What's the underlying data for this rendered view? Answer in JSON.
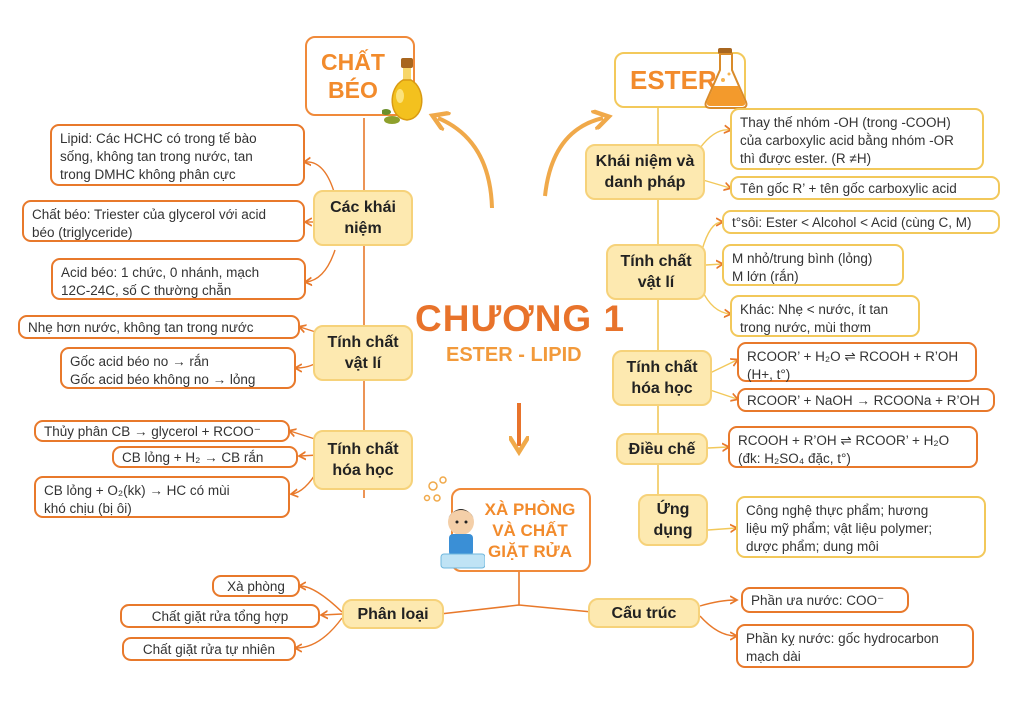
{
  "center": {
    "title": "CHƯƠNG 1",
    "subtitle": "ESTER - LIPID"
  },
  "left": {
    "title": "CHẤT\nBÉO",
    "branches": [
      {
        "label": "Các khái\nniệm",
        "items": [
          "Lipid: Các HCHC có trong tế bào\nsống, không tan trong nước, tan\ntrong DMHC không phân cực",
          "Chất béo: Triester của glycerol với acid\nbéo (triglyceride)",
          "Acid béo: 1 chức, 0 nhánh, mạch\n12C-24C, số C thường chẵn"
        ]
      },
      {
        "label": "Tính chất\nvật lí",
        "items": [
          "Nhẹ hơn nước, không tan trong nước",
          "Gốc acid béo no → rắn\nGốc acid béo không no → lỏng"
        ]
      },
      {
        "label": "Tính chất\nhóa học",
        "items": [
          "Thủy phân CB → glycerol + RCOO⁻",
          "CB lỏng + H₂ → CB rắn",
          "CB lỏng + O₂(kk) → HC có mùi\n                 khó chịu (bị ôi)"
        ]
      }
    ]
  },
  "right": {
    "title": "ESTER",
    "branches": [
      {
        "label": "Khái niệm và\ndanh pháp",
        "items": [
          "Thay thế nhóm -OH (trong -COOH)\ncủa carboxylic acid bằng nhóm -OR\nthì được ester. (R ≠H)",
          "Tên gốc R’ + tên gốc carboxylic acid"
        ]
      },
      {
        "label": "Tính chất\nvật lí",
        "items": [
          "t°sôi: Ester < Alcohol < Acid (cùng C, M)",
          "M nhỏ/trung bình (lỏng)\nM lớn (rắn)",
          "Khác: Nhẹ < nước, ít tan\ntrong nước, mùi thơm"
        ]
      },
      {
        "label": "Tính chất\nhóa học",
        "items": [
          "RCOOR’ + H₂O ⇌ RCOOH + R’OH\n(H+, t°)",
          "RCOOR’ + NaOH → RCOONa + R’OH"
        ]
      },
      {
        "label": "Điều chế",
        "items": [
          "RCOOH + R’OH ⇌  RCOOR’ + H₂O\n(đk: H₂SO₄ đặc, t°)"
        ]
      },
      {
        "label": "Ứng\ndụng",
        "items": [
          "Công nghệ thực phẩm; hương\nliệu mỹ phẩm; vật liệu polymer;\ndược phẩm; dung môi"
        ]
      }
    ]
  },
  "bottom": {
    "title": "XÀ PHÒNG\nVÀ CHẤT\nGIẶT RỬA",
    "branches": [
      {
        "label": "Phân loại",
        "items": [
          "Xà phòng",
          "Chất giặt rửa tổng hợp",
          "Chất giặt rửa tự nhiên"
        ]
      },
      {
        "label": "Cấu trúc",
        "items": [
          "Phần ưa nước: COO⁻",
          "Phần kỵ nước: gốc hydrocarbon\nmạch dài"
        ]
      }
    ]
  },
  "colors": {
    "accent": "#e8792b",
    "title_text": "#f28b2c",
    "pale_node": "#fde9b0",
    "yellow_border": "#f2c85a"
  }
}
